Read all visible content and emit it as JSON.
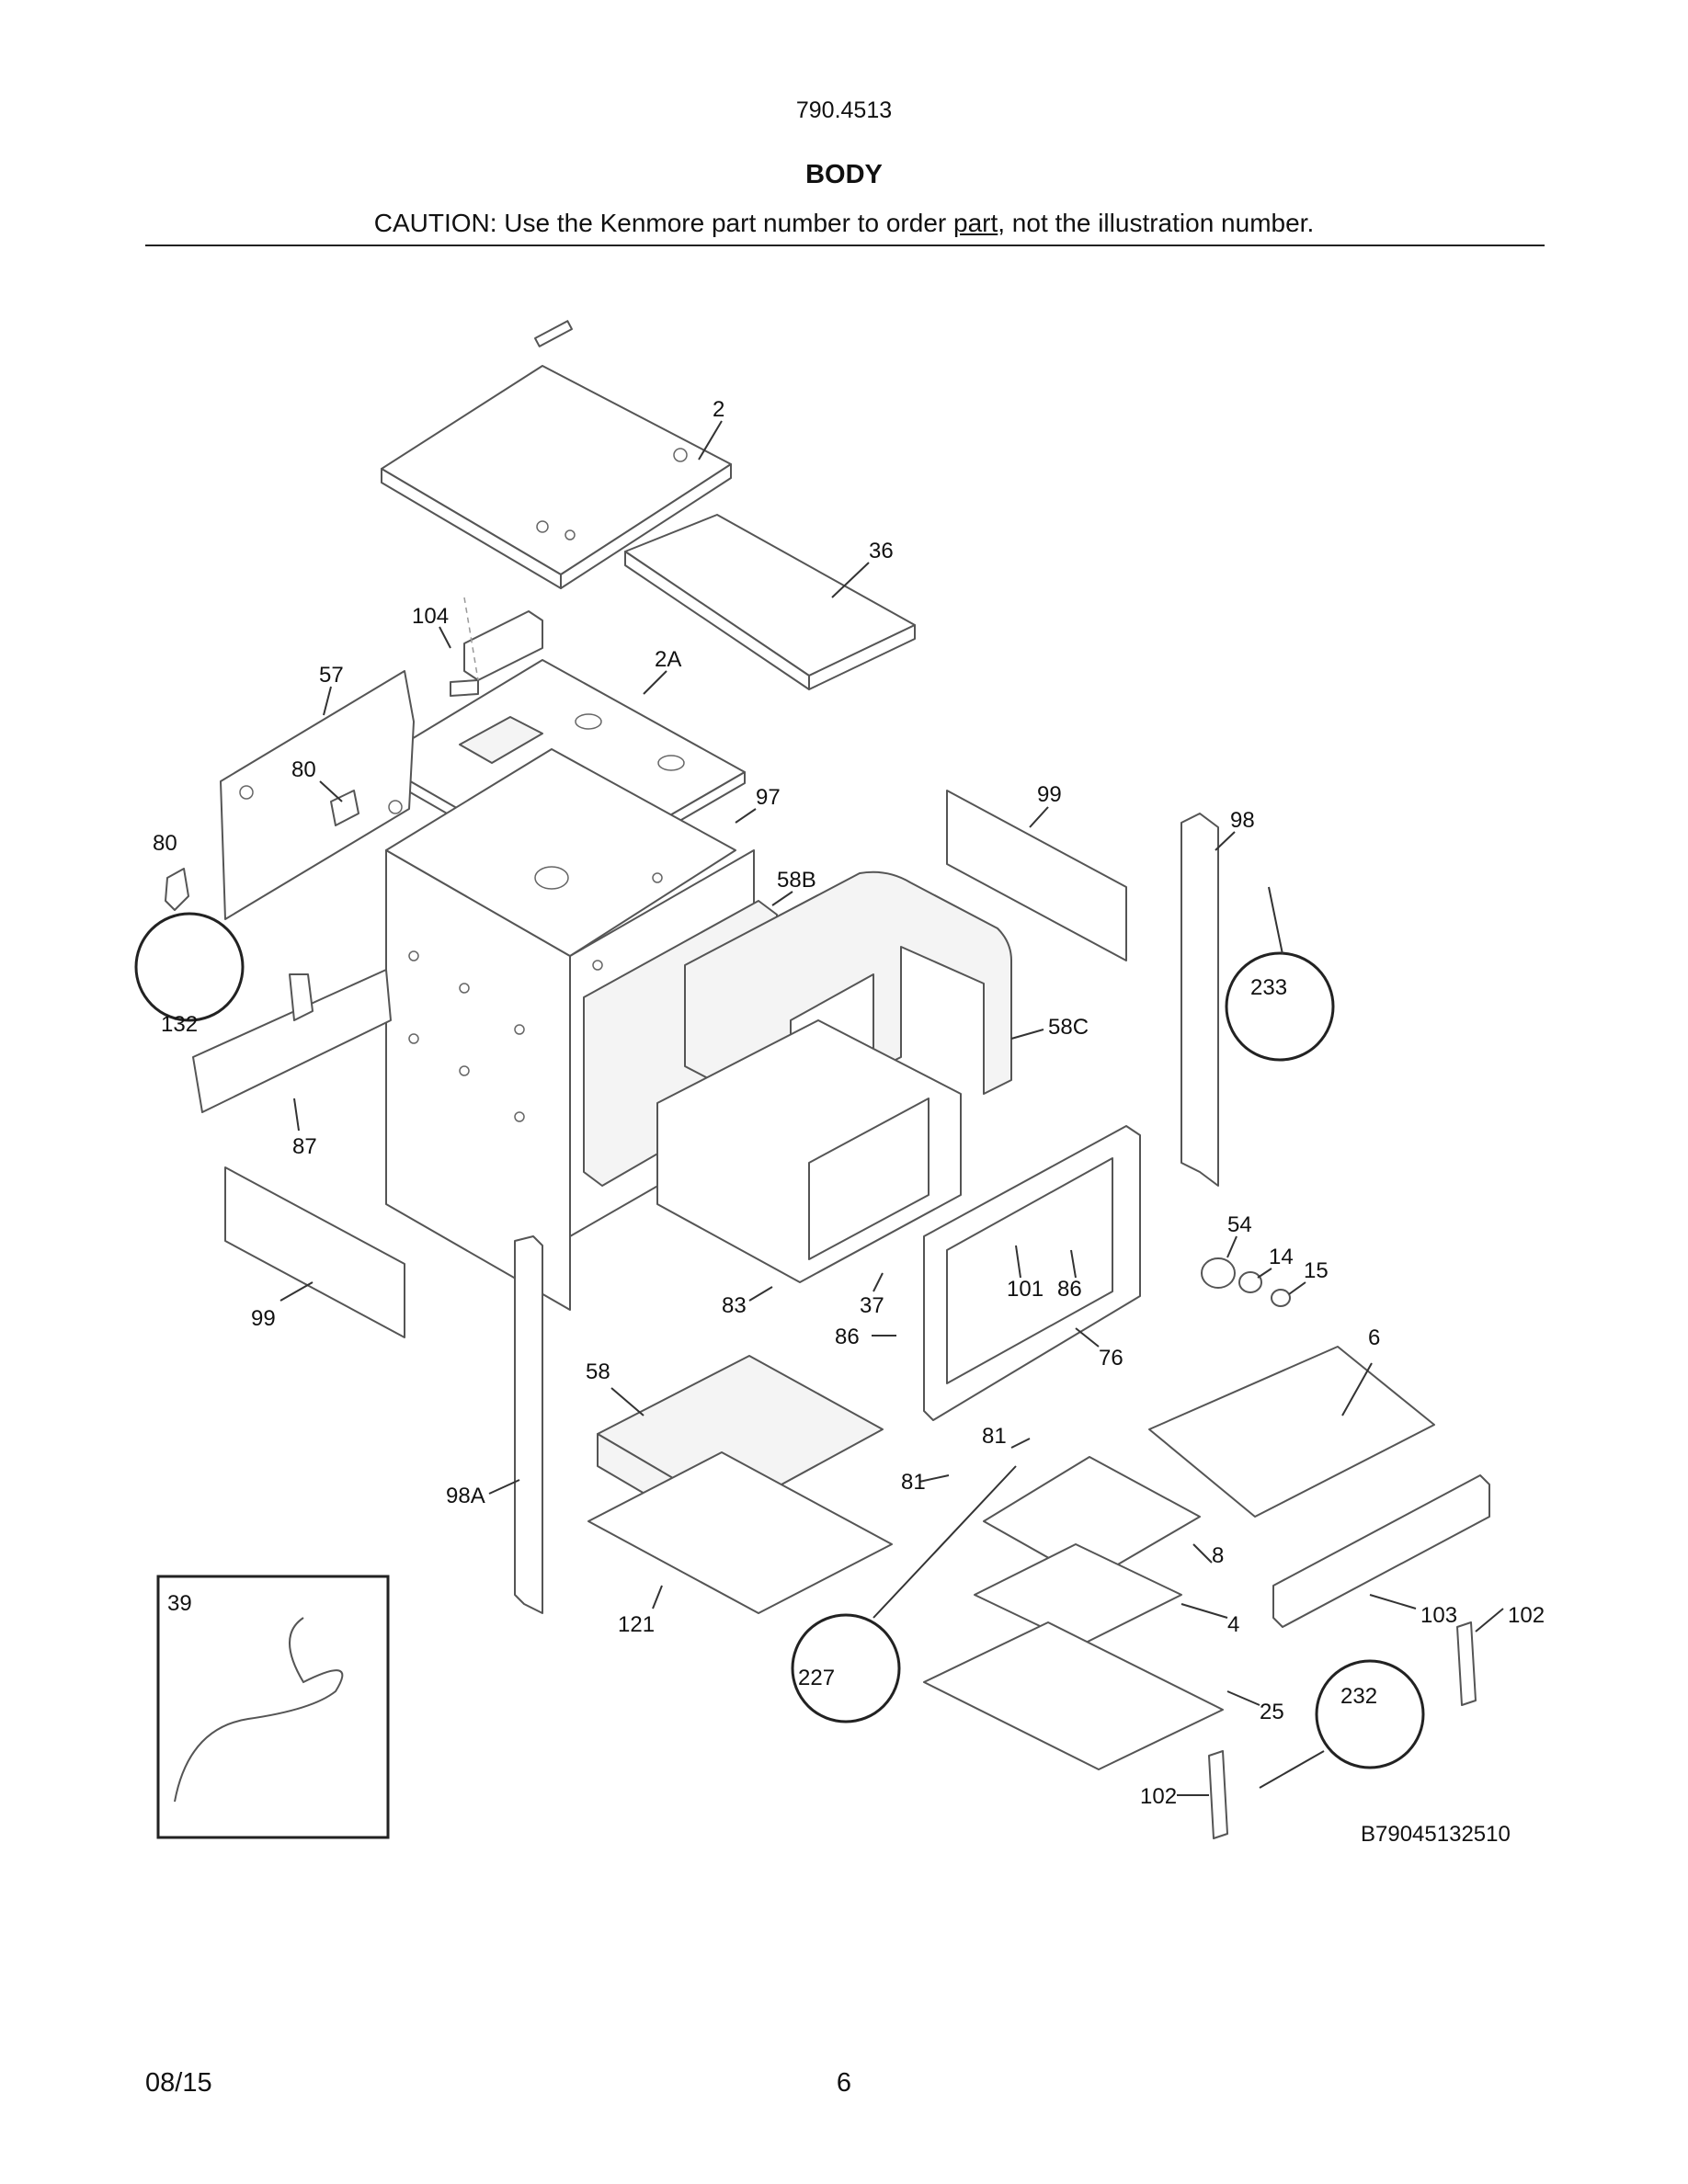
{
  "header": {
    "model": "790.4513",
    "title": "BODY",
    "caution_before": "CAUTION: Use the Kenmore part number to order ",
    "caution_underlined": "part",
    "caution_after": ", not the illustration number."
  },
  "labels": {
    "l2": "2",
    "l36": "36",
    "l104": "104",
    "l57": "57",
    "l2A": "2A",
    "l80a": "80",
    "l80b": "80",
    "l97": "97",
    "l99a": "99",
    "l98": "98",
    "l58B": "58B",
    "l233": "233",
    "l132": "132",
    "l58C": "58C",
    "l87": "87",
    "l54": "54",
    "l14": "14",
    "l15": "15",
    "l99b": "99",
    "l83": "83",
    "l37": "37",
    "l101": "101",
    "l86a": "86",
    "l86b": "86",
    "l76": "76",
    "l6": "6",
    "l58": "58",
    "l81a": "81",
    "l81b": "81",
    "l98A": "98A",
    "l8": "8",
    "l39": "39",
    "l121": "121",
    "l4": "4",
    "l103": "103",
    "l102a": "102",
    "l227": "227",
    "l232": "232",
    "l25": "25",
    "l102b": "102",
    "drawing_code": "B79045132510"
  },
  "footer": {
    "date": "08/15",
    "page": "6"
  }
}
